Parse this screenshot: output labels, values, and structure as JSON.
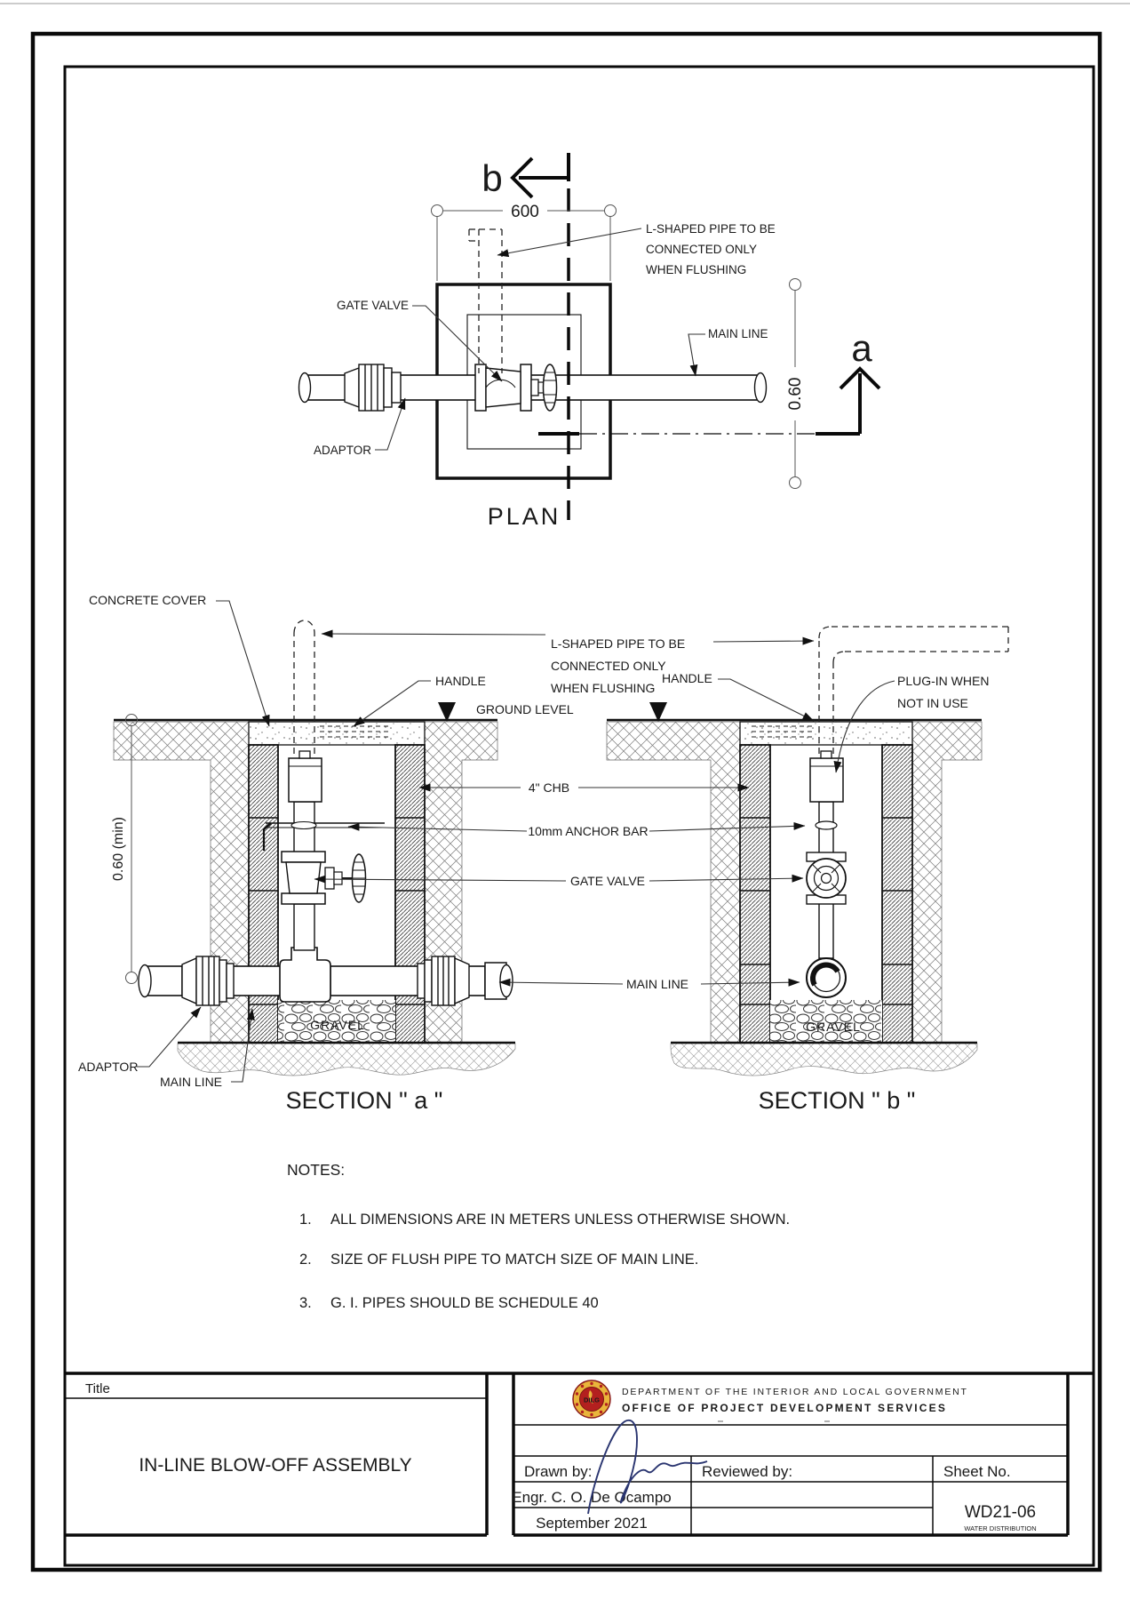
{
  "plan": {
    "caption": "PLAN",
    "cut_b": "b",
    "cut_a": "a",
    "dim_600": "600",
    "dim_060": "0.60",
    "l_shaped_lines": [
      "L-SHAPED PIPE TO BE",
      "CONNECTED ONLY",
      "WHEN FLUSHING"
    ],
    "gate_valve": "GATE VALVE",
    "main_line": "MAIN LINE",
    "adaptor": "ADAPTOR"
  },
  "sections": {
    "caption_a": "SECTION \" a \"",
    "caption_b": "SECTION \" b \"",
    "l_shaped_lines": [
      "L-SHAPED PIPE TO BE",
      "CONNECTED ONLY",
      "WHEN FLUSHING"
    ],
    "concrete_cover": "CONCRETE COVER",
    "handle": "HANDLE",
    "ground_level": "GROUND LEVEL",
    "chb": "4\" CHB",
    "anchor_bar": "10mm ANCHOR BAR",
    "gate_valve": "GATE VALVE",
    "plug_in_lines": [
      "PLUG-IN WHEN",
      "NOT IN USE"
    ],
    "main_line": "MAIN LINE",
    "adaptor": "ADAPTOR",
    "gravel": "GRAVEL",
    "dim_min": "0.60 (min)"
  },
  "notes": {
    "heading": "NOTES:",
    "items": [
      {
        "num": "1.",
        "text": "ALL DIMENSIONS ARE IN METERS UNLESS OTHERWISE SHOWN."
      },
      {
        "num": "2.",
        "text": "SIZE OF FLUSH PIPE TO MATCH SIZE OF MAIN LINE."
      },
      {
        "num": "3.",
        "text": "G. I. PIPES SHOULD BE SCHEDULE 40"
      }
    ]
  },
  "title_block": {
    "title_label": "Title",
    "title": "IN-LINE BLOW-OFF ASSEMBLY",
    "agency_line1": "DEPARTMENT OF THE INTERIOR AND LOCAL GOVERNMENT",
    "agency_line2": "OFFICE OF PROJECT DEVELOPMENT SERVICES",
    "logo_text": "DILG",
    "drawn_by_label": "Drawn by:",
    "drawn_by_name": "Engr. C. O. De Ocampo",
    "drawn_date": "September 2021",
    "reviewed_by_label": "Reviewed by:",
    "sheet_no_label": "Sheet No.",
    "sheet_no": "WD21-06",
    "sheet_category": "WATER DISTRIBUTION"
  },
  "colors": {
    "line": "#111111",
    "logo_red": "#b3201f",
    "logo_gold": "#e9b53b",
    "signature_blue": "#2a3570"
  }
}
